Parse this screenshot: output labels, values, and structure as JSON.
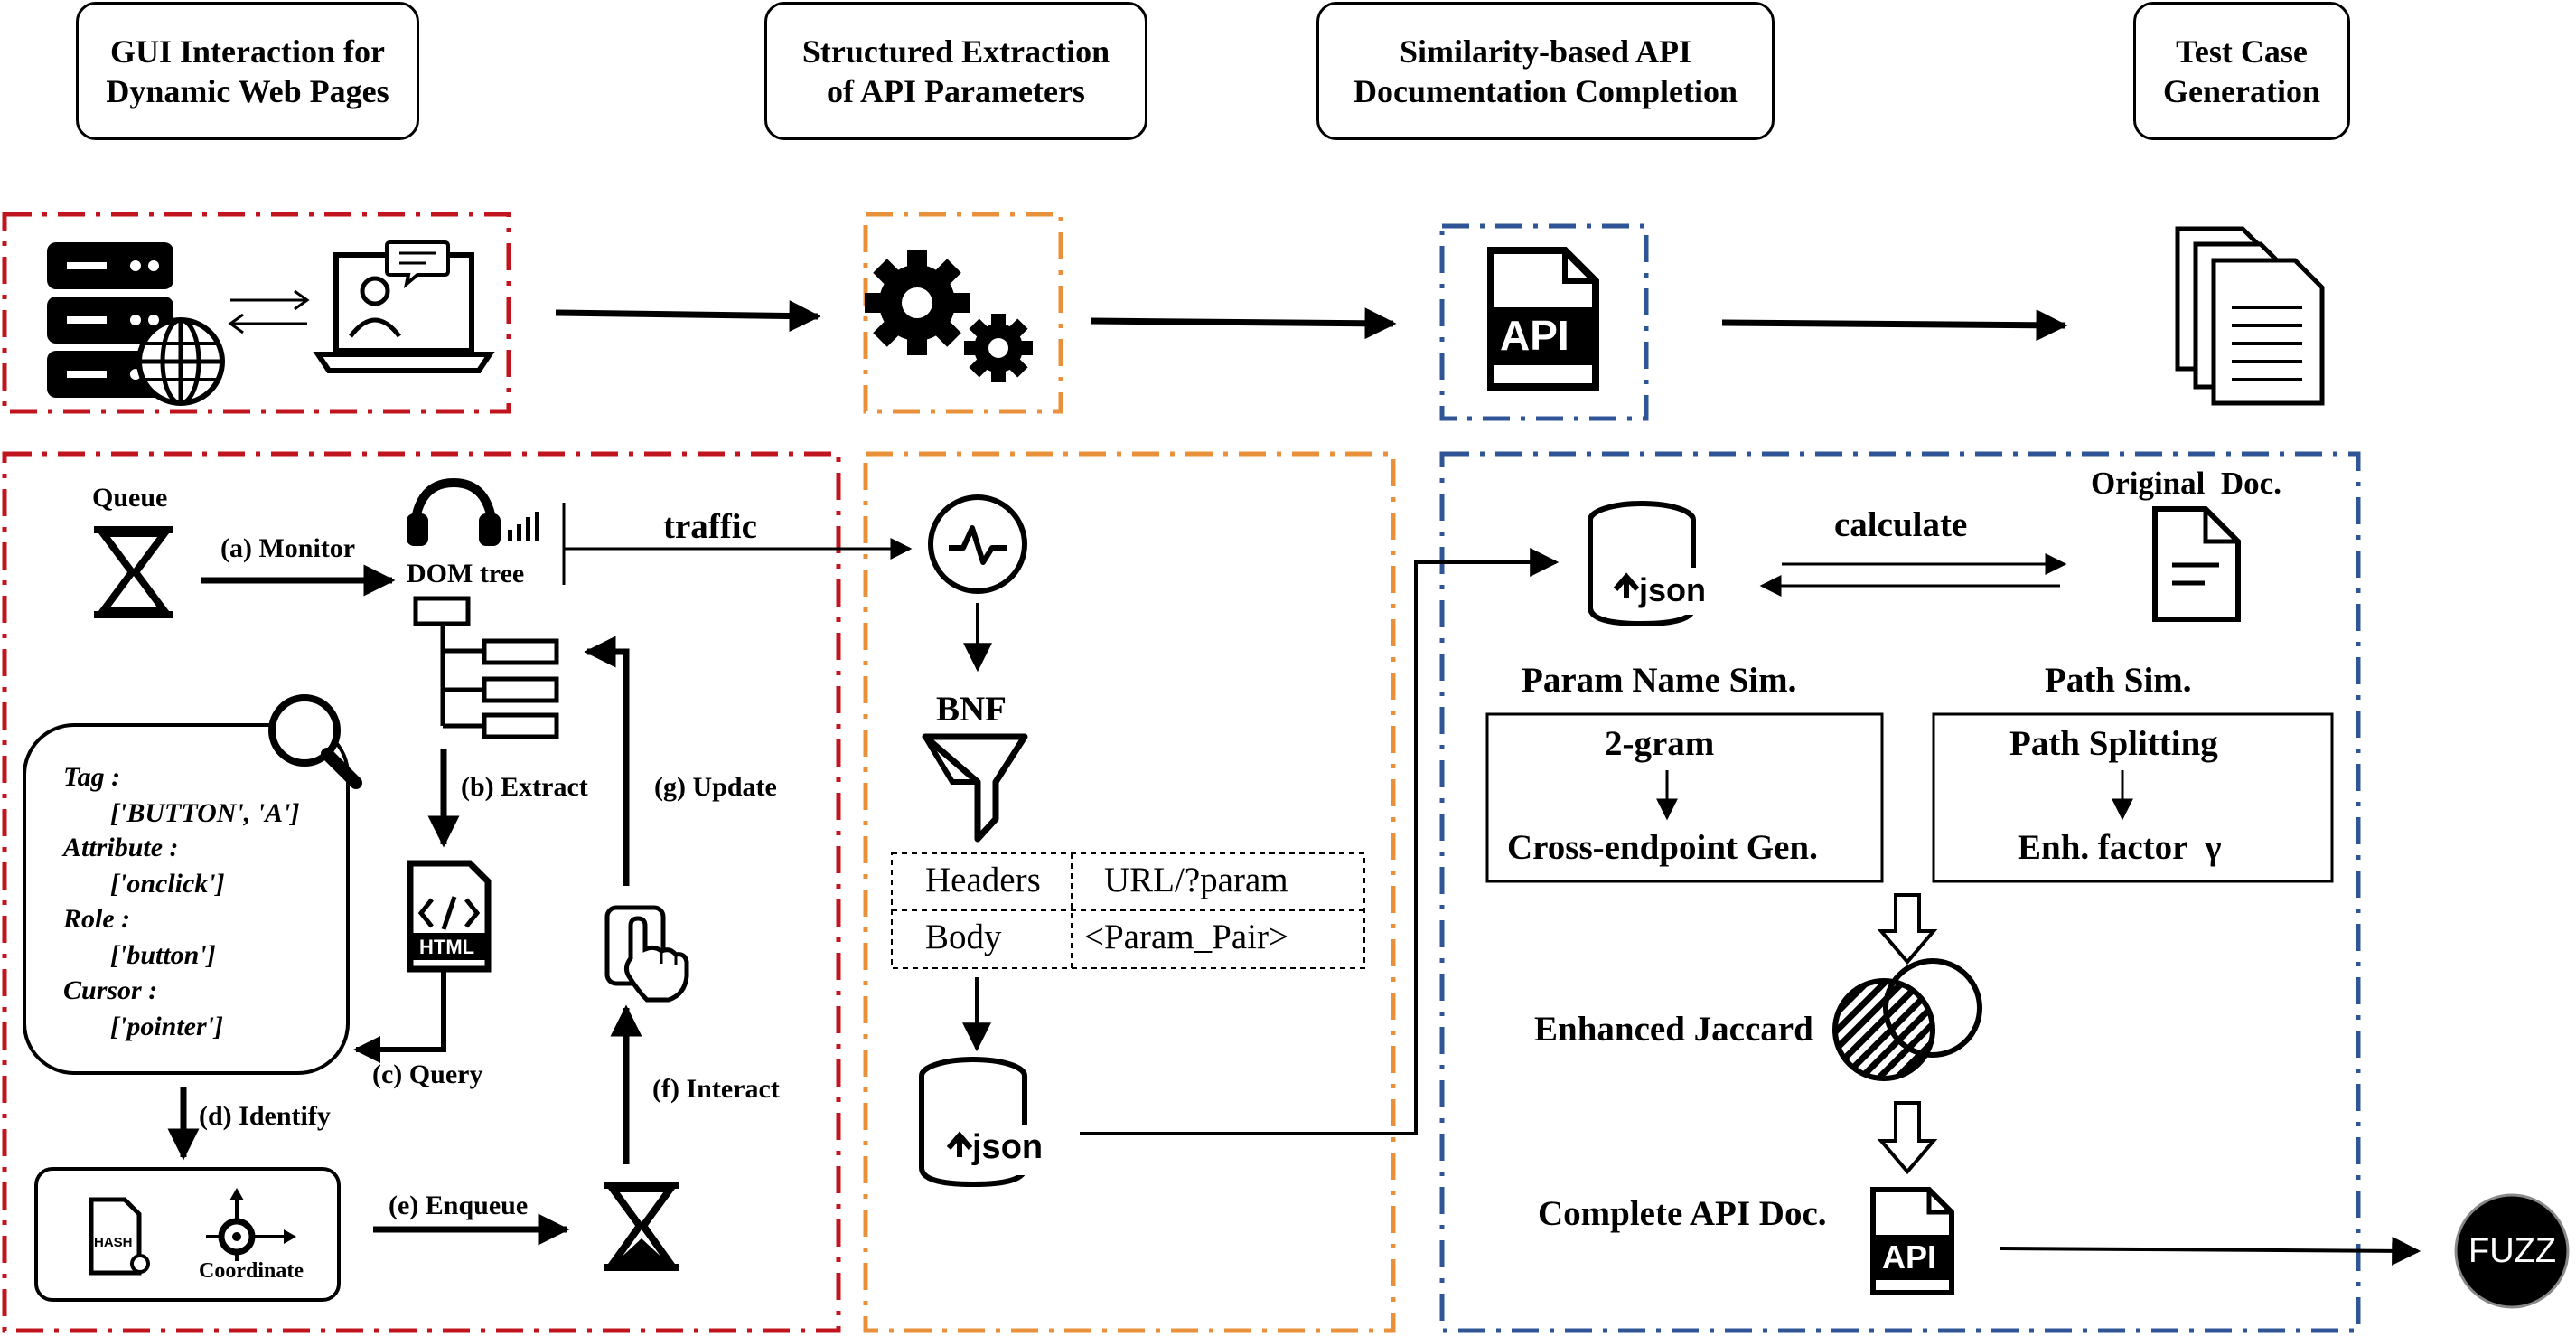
{
  "stages": [
    {
      "line1": "GUI Interaction for",
      "line2": "Dynamic Web Pages"
    },
    {
      "line1": "Structured Extraction",
      "line2": "of API Parameters"
    },
    {
      "line1": "Similarity-based API",
      "line2": "Documentation Completion"
    },
    {
      "line1": "Test Case",
      "line2": "Generation"
    }
  ],
  "gui": {
    "queue": "Queue",
    "monitor": "(a) Monitor",
    "dom_tree": "DOM tree",
    "extract": "(b) Extract",
    "update": "(g) Update",
    "query": "(c) Query",
    "identify": "(d) Identify",
    "interact": "(f) Interact",
    "enqueue": "(e) Enqueue",
    "html_icon": "HTML",
    "hash_icon": "HASH",
    "coordinate": "Coordinate",
    "filter": {
      "tag_key": "Tag :",
      "tag_val": "['BUTTON', 'A']",
      "attr_key": "Attribute :",
      "attr_val": "['onclick']",
      "role_key": "Role :",
      "role_val": "['button']",
      "cursor_key": "Cursor :",
      "cursor_val": "['pointer']"
    }
  },
  "extraction": {
    "traffic": "traffic",
    "bnf": "BNF",
    "table": [
      [
        "Headers",
        "URL/?param"
      ],
      [
        "Body",
        "<Param_Pair>"
      ]
    ],
    "json": "json"
  },
  "completion": {
    "api_icon": "API",
    "json": "json",
    "calculate": "calculate",
    "original_doc": "Original  Doc.",
    "param_name_sim": "Param Name Sim.",
    "path_sim": "Path Sim.",
    "two_gram": "2-gram",
    "cross_endpoint": "Cross-endpoint Gen.",
    "path_splitting": "Path Splitting",
    "enh_factor": "Enh. factor  γ",
    "enhanced_jaccard": "Enhanced Jaccard",
    "complete_doc": "Complete API Doc.",
    "api_small": "API"
  },
  "fuzz": "FUZZ",
  "colors": {
    "red": "#c0141e",
    "orange": "#e8913a",
    "blue": "#2f5597",
    "black": "#000000"
  }
}
